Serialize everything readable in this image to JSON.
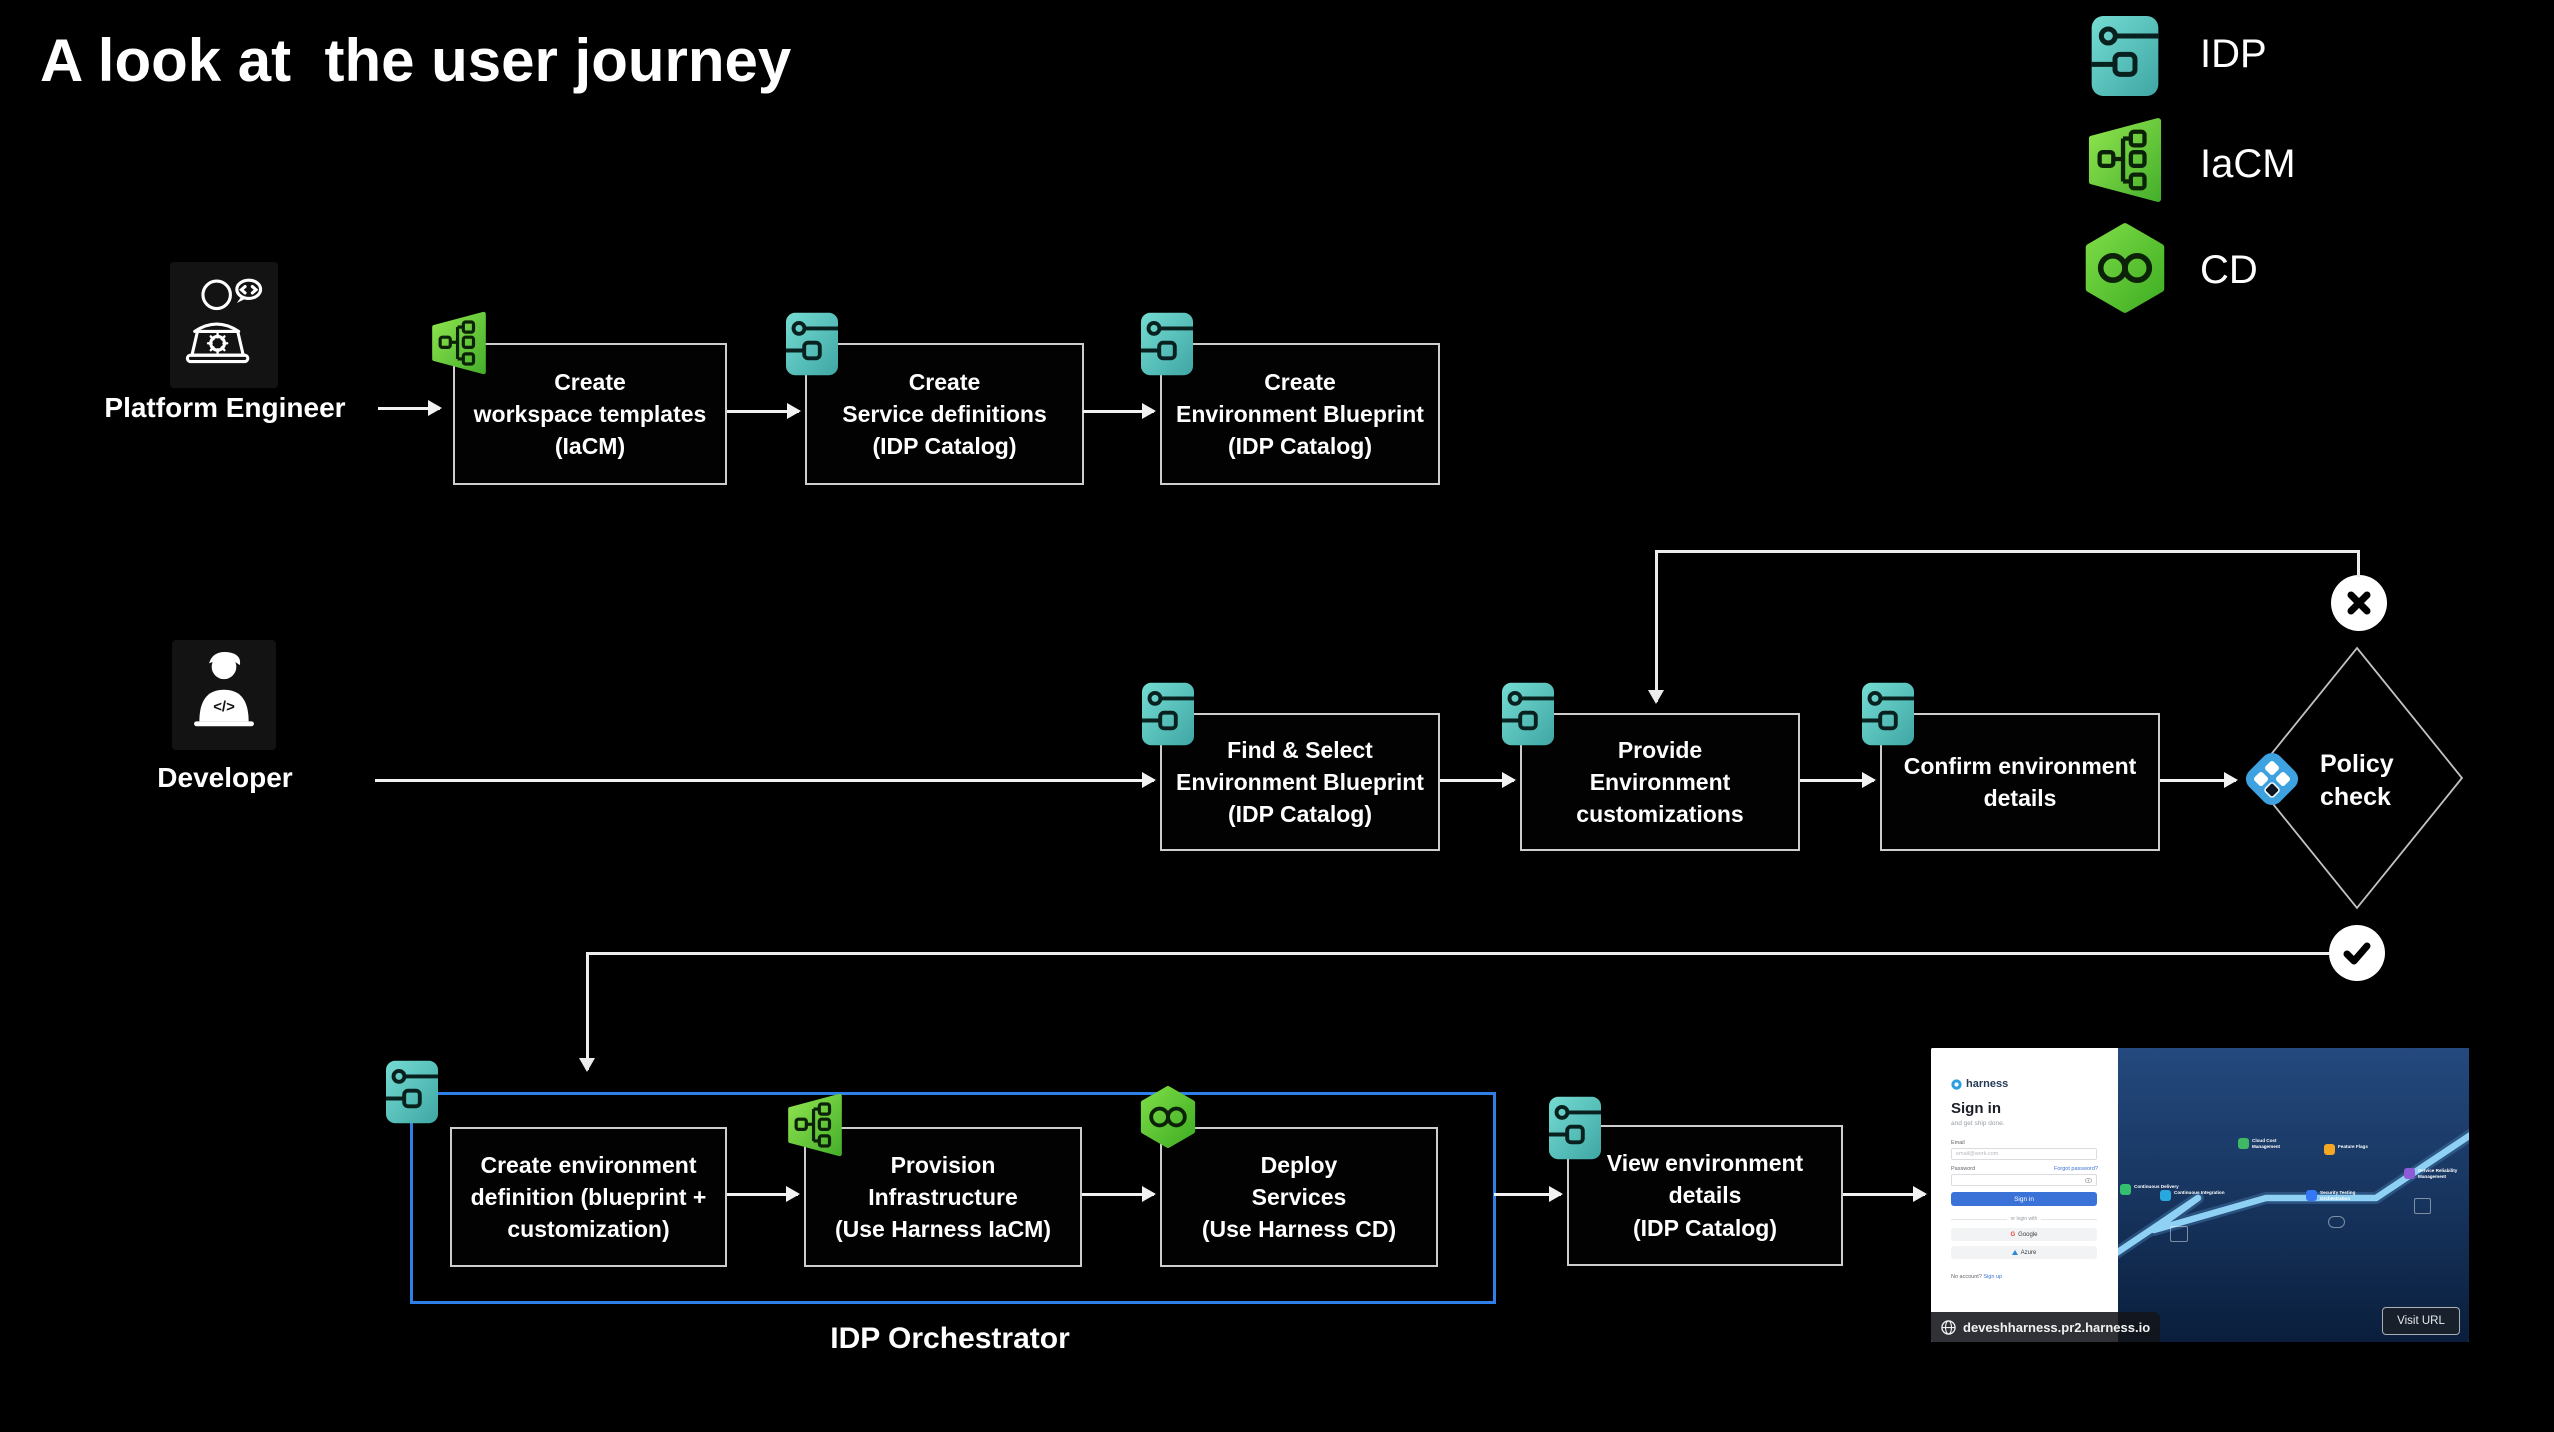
{
  "title": "A look at  the user journey",
  "legend": [
    {
      "icon": "idp-icon",
      "label": "IDP"
    },
    {
      "icon": "iacm-icon",
      "label": "IaCM"
    },
    {
      "icon": "cd-icon",
      "label": "CD"
    }
  ],
  "actors": {
    "platform_engineer": "Platform Engineer",
    "developer": "Developer"
  },
  "row1": {
    "steps": [
      {
        "icon": "iacm",
        "lines": [
          "Create",
          "workspace templates",
          "(IaCM)"
        ]
      },
      {
        "icon": "idp",
        "lines": [
          "Create",
          "Service definitions",
          "(IDP Catalog)"
        ]
      },
      {
        "icon": "idp",
        "lines": [
          "Create",
          "Environment Blueprint",
          "(IDP Catalog)"
        ]
      }
    ]
  },
  "row2": {
    "steps": [
      {
        "icon": "idp",
        "lines": [
          "Find & Select",
          "Environment Blueprint",
          "(IDP Catalog)"
        ]
      },
      {
        "icon": "idp",
        "lines": [
          "Provide",
          "Environment",
          "customizations"
        ]
      },
      {
        "icon": "idp",
        "lines": [
          "Confirm environment",
          "details",
          ""
        ]
      }
    ],
    "decision": {
      "lines": [
        "Policy",
        "check"
      ]
    }
  },
  "row3": {
    "orchestrator_label": "IDP Orchestrator",
    "steps": [
      {
        "icon": "idp",
        "lines": [
          "Create environment",
          "definition (blueprint +",
          "customization)"
        ]
      },
      {
        "icon": "iacm",
        "lines": [
          "Provision",
          "Infrastructure",
          "(Use Harness IaCM)"
        ]
      },
      {
        "icon": "cd",
        "lines": [
          "Deploy",
          "Services",
          "(Use Harness CD)"
        ]
      },
      {
        "icon": "idp",
        "lines": [
          "View environment",
          "details",
          "(IDP Catalog)"
        ]
      }
    ]
  },
  "preview": {
    "signin": {
      "brand": "harness",
      "heading": "Sign in",
      "subheading": "and get ship done.",
      "email_label": "Email",
      "email_placeholder": "email@work.com",
      "password_label": "Password",
      "forgot_link": "Forgot password?",
      "signin_button": "Sign in",
      "divider": "or login with",
      "google_button": "Google",
      "azure_button": "Azure",
      "no_account": "No account?",
      "signup_link": "Sign up"
    },
    "status_url": "deveshharness.pr2.harness.io",
    "visit_url_button": "Visit URL",
    "modules": [
      "Continuous Integration",
      "Continuous Delivery",
      "Cloud Cost Management",
      "Feature Flags",
      "Service Reliability Management",
      "Security Testing Orchestration"
    ]
  },
  "colors": {
    "orchestrator_border": "#2E7FE8",
    "idp_teal": "#5BC7BE",
    "harness_green": "#62C93E",
    "policy_blue": "#3FA2E0",
    "signin_blue": "#3B72D8"
  }
}
